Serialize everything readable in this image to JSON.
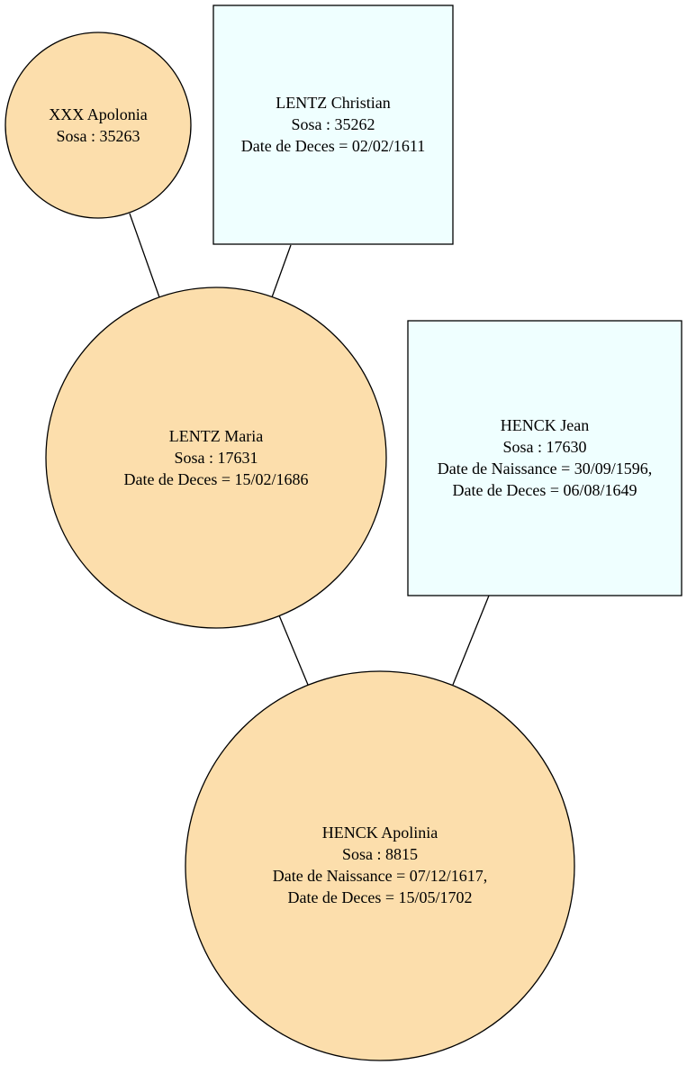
{
  "colors": {
    "female_fill": "#FCDEAC",
    "male_fill": "#EFFFFF",
    "stroke": "#000000",
    "edge": "#000000"
  },
  "nodes": {
    "apolonia": {
      "shape": "circle",
      "name": "XXX Apolonia",
      "sosa": "Sosa : 35263"
    },
    "christian": {
      "shape": "box",
      "name": "LENTZ Christian",
      "sosa": "Sosa : 35262",
      "death": "Date de Deces = 02/02/1611"
    },
    "maria": {
      "shape": "circle",
      "name": "LENTZ Maria",
      "sosa": "Sosa : 17631",
      "death": "Date de Deces = 15/02/1686"
    },
    "jean": {
      "shape": "box",
      "name": "HENCK Jean",
      "sosa": "Sosa : 17630",
      "birth": "Date de Naissance = 30/09/1596,",
      "death": "Date de Deces = 06/08/1649"
    },
    "apolinia": {
      "shape": "circle",
      "name": "HENCK Apolinia",
      "sosa": "Sosa : 8815",
      "birth": "Date de Naissance = 07/12/1617,",
      "death": "Date de Deces = 15/05/1702"
    }
  },
  "edges": [
    {
      "from": "apolonia",
      "to": "maria"
    },
    {
      "from": "christian",
      "to": "maria"
    },
    {
      "from": "maria",
      "to": "apolinia"
    },
    {
      "from": "jean",
      "to": "apolinia"
    }
  ]
}
